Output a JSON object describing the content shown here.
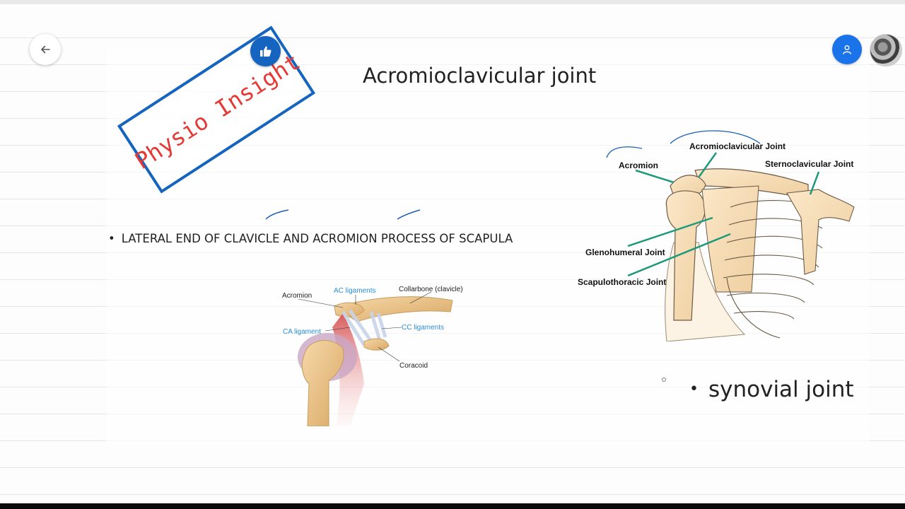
{
  "slide": {
    "title": "Acromioclavicular joint",
    "bullet_1": "LATERAL END OF CLAVICLE AND ACROMION PROCESS OF SCAPULA",
    "bullet_2": "synovial joint"
  },
  "watermark": {
    "text": "Physio Insight"
  },
  "diagram_small": {
    "acromion": "Acromion",
    "ac_ligaments": "AC ligaments",
    "collarbone": "Collarbone (clavicle)",
    "ca_ligament": "CA ligament",
    "cc_ligaments": "CC ligaments",
    "coracoid": "Coracoid"
  },
  "diagram_large": {
    "acromion": "Acromion",
    "acromioclavicular": "Acromioclavicular Joint",
    "sternoclavicular": "Sternoclavicular Joint",
    "glenohumeral": "Glenohumeral Joint",
    "scapulothoracic": "Scapulothoracic Joint"
  },
  "colors": {
    "accent": "#1a73e8",
    "stamp_blue": "#1565c0",
    "stamp_text": "#e53935",
    "label_blue": "#2b8fd6",
    "pointer_teal": "#1e9a7a"
  },
  "icons": {
    "back": "arrow-left-icon",
    "user": "person-icon",
    "like": "thumbs-up-icon"
  }
}
